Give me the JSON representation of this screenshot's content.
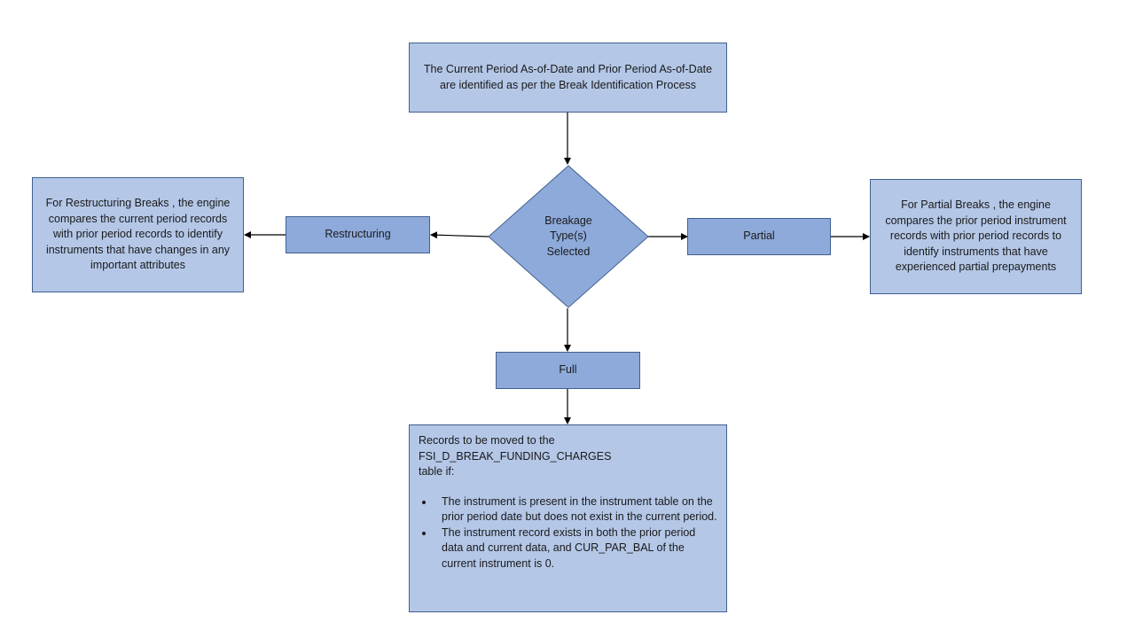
{
  "nodes": {
    "start": "The Current Period As-of-Date and Prior Period As-of-Date are identified as per the Break Identification Process",
    "decision": "Breakage Type(s) Selected",
    "restructuring": "Restructuring",
    "partial": "Partial",
    "full": "Full",
    "restructuring_desc": "For Restructuring Breaks , the engine compares the current period records with prior period records to identify instruments that have changes in any important attributes",
    "partial_desc": "For Partial Breaks , the engine compares the prior period instrument records with prior period records to identify instruments that have experienced partial prepayments",
    "records_intro": "Records to be moved to the FSI_D_BREAK_FUNDING_CHARGES table if:",
    "records_bullets": [
      "The instrument is present in the instrument table on the prior period date but does not exist in the current period.",
      "The instrument record exists in both the prior period data and current data, and CUR_PAR_BAL of the current instrument is 0."
    ]
  },
  "colors": {
    "light_fill": "#b4c7e7",
    "mid_fill": "#8eaadb",
    "border": "#41608f"
  }
}
